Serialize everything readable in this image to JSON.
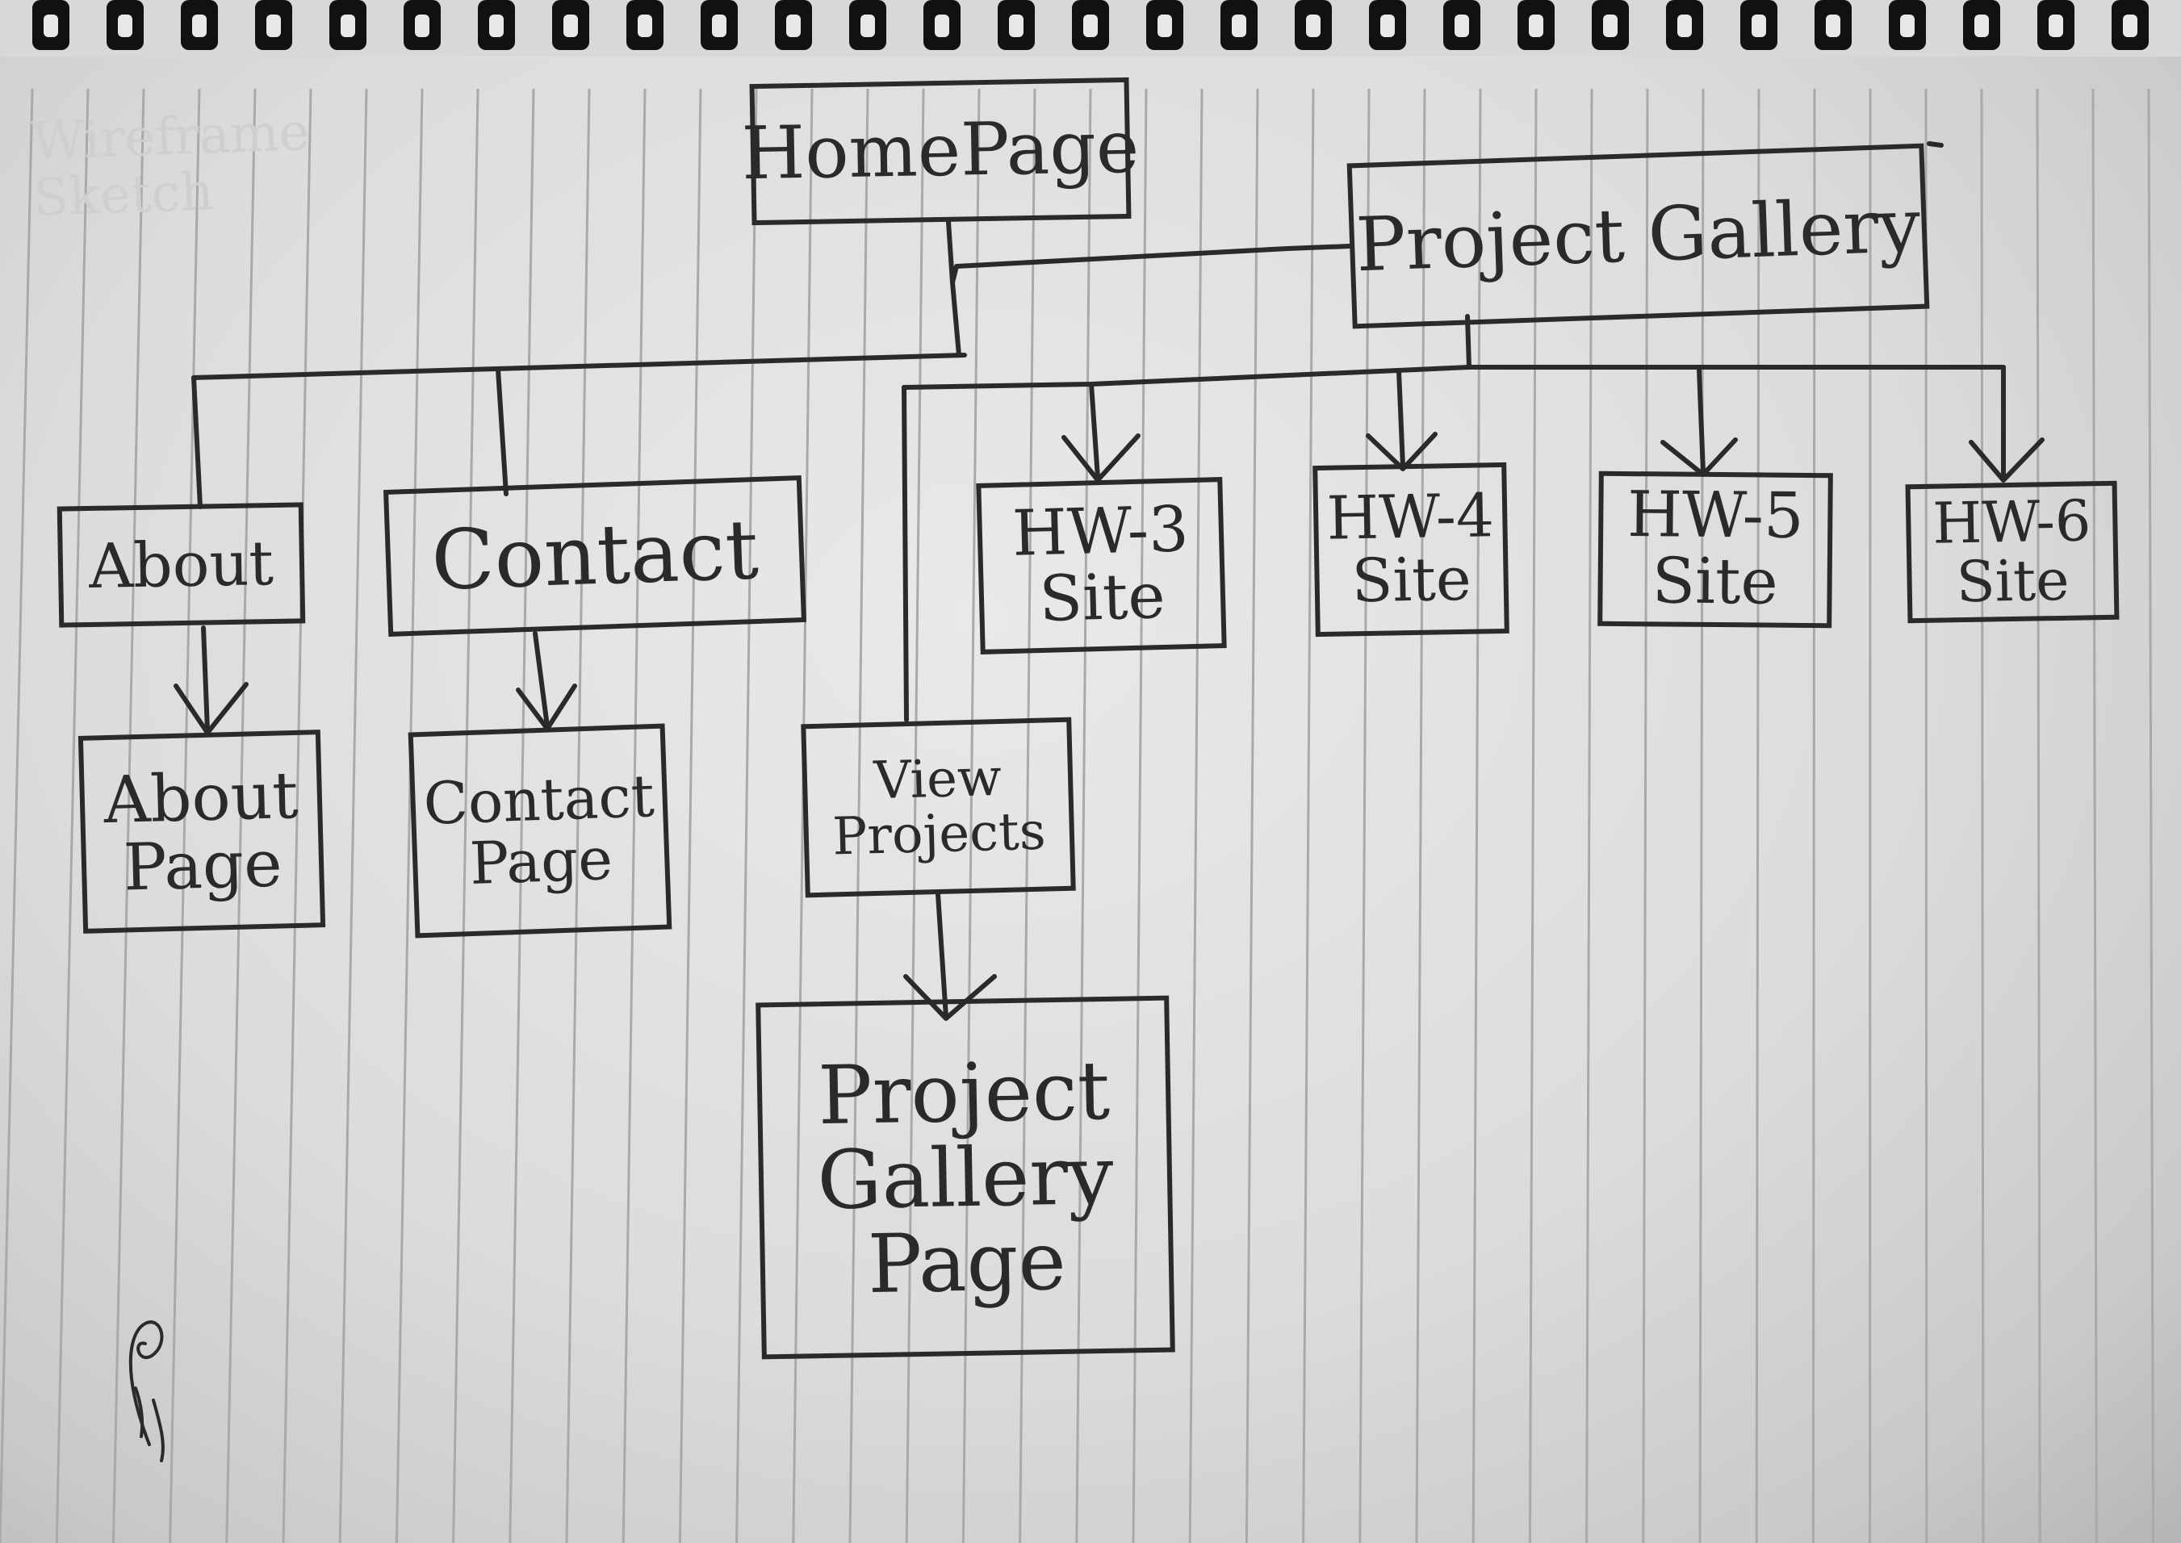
{
  "diagram": {
    "nodes": {
      "homepage": "HomePage",
      "project_gallery": "Project Gallery",
      "about": "About",
      "contact": "Contact",
      "hw3": "HW-3\nSite",
      "hw4": "HW-4\nSite",
      "hw5": "HW-5\nSite",
      "hw6": "HW-6\nSite",
      "about_page": "About\nPage",
      "contact_page": "Contact\nPage",
      "view_projects": "View\nProjects",
      "project_gallery_page": "Project\nGallery\nPage"
    },
    "faint_heading": "Wireframe\nSketch",
    "colors": {
      "ink": "#2a2a2a",
      "rule_lines": "#a9a9a9",
      "spiral_rings": "#111111"
    }
  }
}
